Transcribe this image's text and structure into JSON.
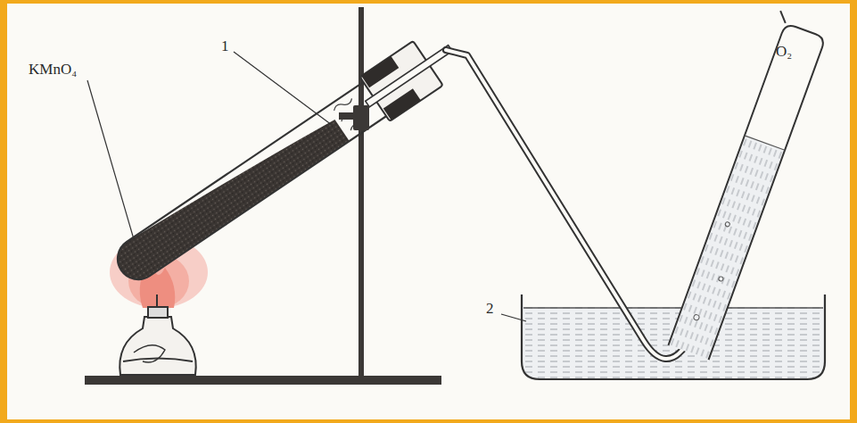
{
  "diagram": {
    "labels": [
      "KMnO₄",
      "1",
      "2",
      "O₂"
    ]
  }
}
